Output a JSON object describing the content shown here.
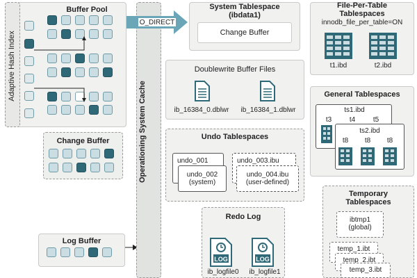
{
  "buffer_pool": {
    "title": "Buffer Pool"
  },
  "adaptive_hash_index": {
    "title": "Adaptive Hash Index"
  },
  "change_buffer_mem": {
    "title": "Change Buffer"
  },
  "log_buffer": {
    "title": "Log Buffer"
  },
  "os_cache": {
    "title": "Operationing System Cache"
  },
  "o_direct": {
    "label": "O_DIRECT"
  },
  "system_tablespace": {
    "title": "System Tablespace",
    "subtitle": "(ibdata1)",
    "change_buffer": "Change Buffer"
  },
  "doublewrite": {
    "title": "Doublewrite Buffer Files",
    "files": [
      "ib_16384_0.dblwr",
      "ib_16384_1.dblwr"
    ]
  },
  "undo": {
    "title": "Undo Tablespaces",
    "left_back": "undo_001",
    "left_front": [
      "undo_002",
      "(system)"
    ],
    "right_back": "undo_003.ibu",
    "right_front": [
      "undo_004.ibu",
      "(user-defined)"
    ]
  },
  "redo_log": {
    "title": "Redo Log",
    "files": [
      "ib_logfile0",
      "ib_logfile1"
    ],
    "icon_text": "LOG"
  },
  "file_per_table": {
    "title": [
      "File-Per-Table",
      "Tablespaces"
    ],
    "setting": "innodb_file_per_table=ON",
    "files": [
      "t1.ibd",
      "t2.ibd"
    ]
  },
  "general": {
    "title": "General Tablespaces",
    "ts1": "ts1.ibd",
    "ts1_tables": [
      "t3",
      "t4",
      "t5"
    ],
    "ts2": "ts2.ibd",
    "ts2_tables": [
      "t8",
      "t8",
      "t8"
    ]
  },
  "temporary": {
    "title": [
      "Temporary",
      "Tablespaces"
    ],
    "global": [
      "ibtmp1",
      "(global)"
    ],
    "session": [
      "temp_1.ibt",
      "temp_2.ibt",
      "temp_3.ibt"
    ]
  },
  "colors": {
    "dark_cell": "#2f6877",
    "light_cell": "#c9dde3",
    "arrow": "#6aa6b8",
    "panel": "#f1f2f0"
  }
}
